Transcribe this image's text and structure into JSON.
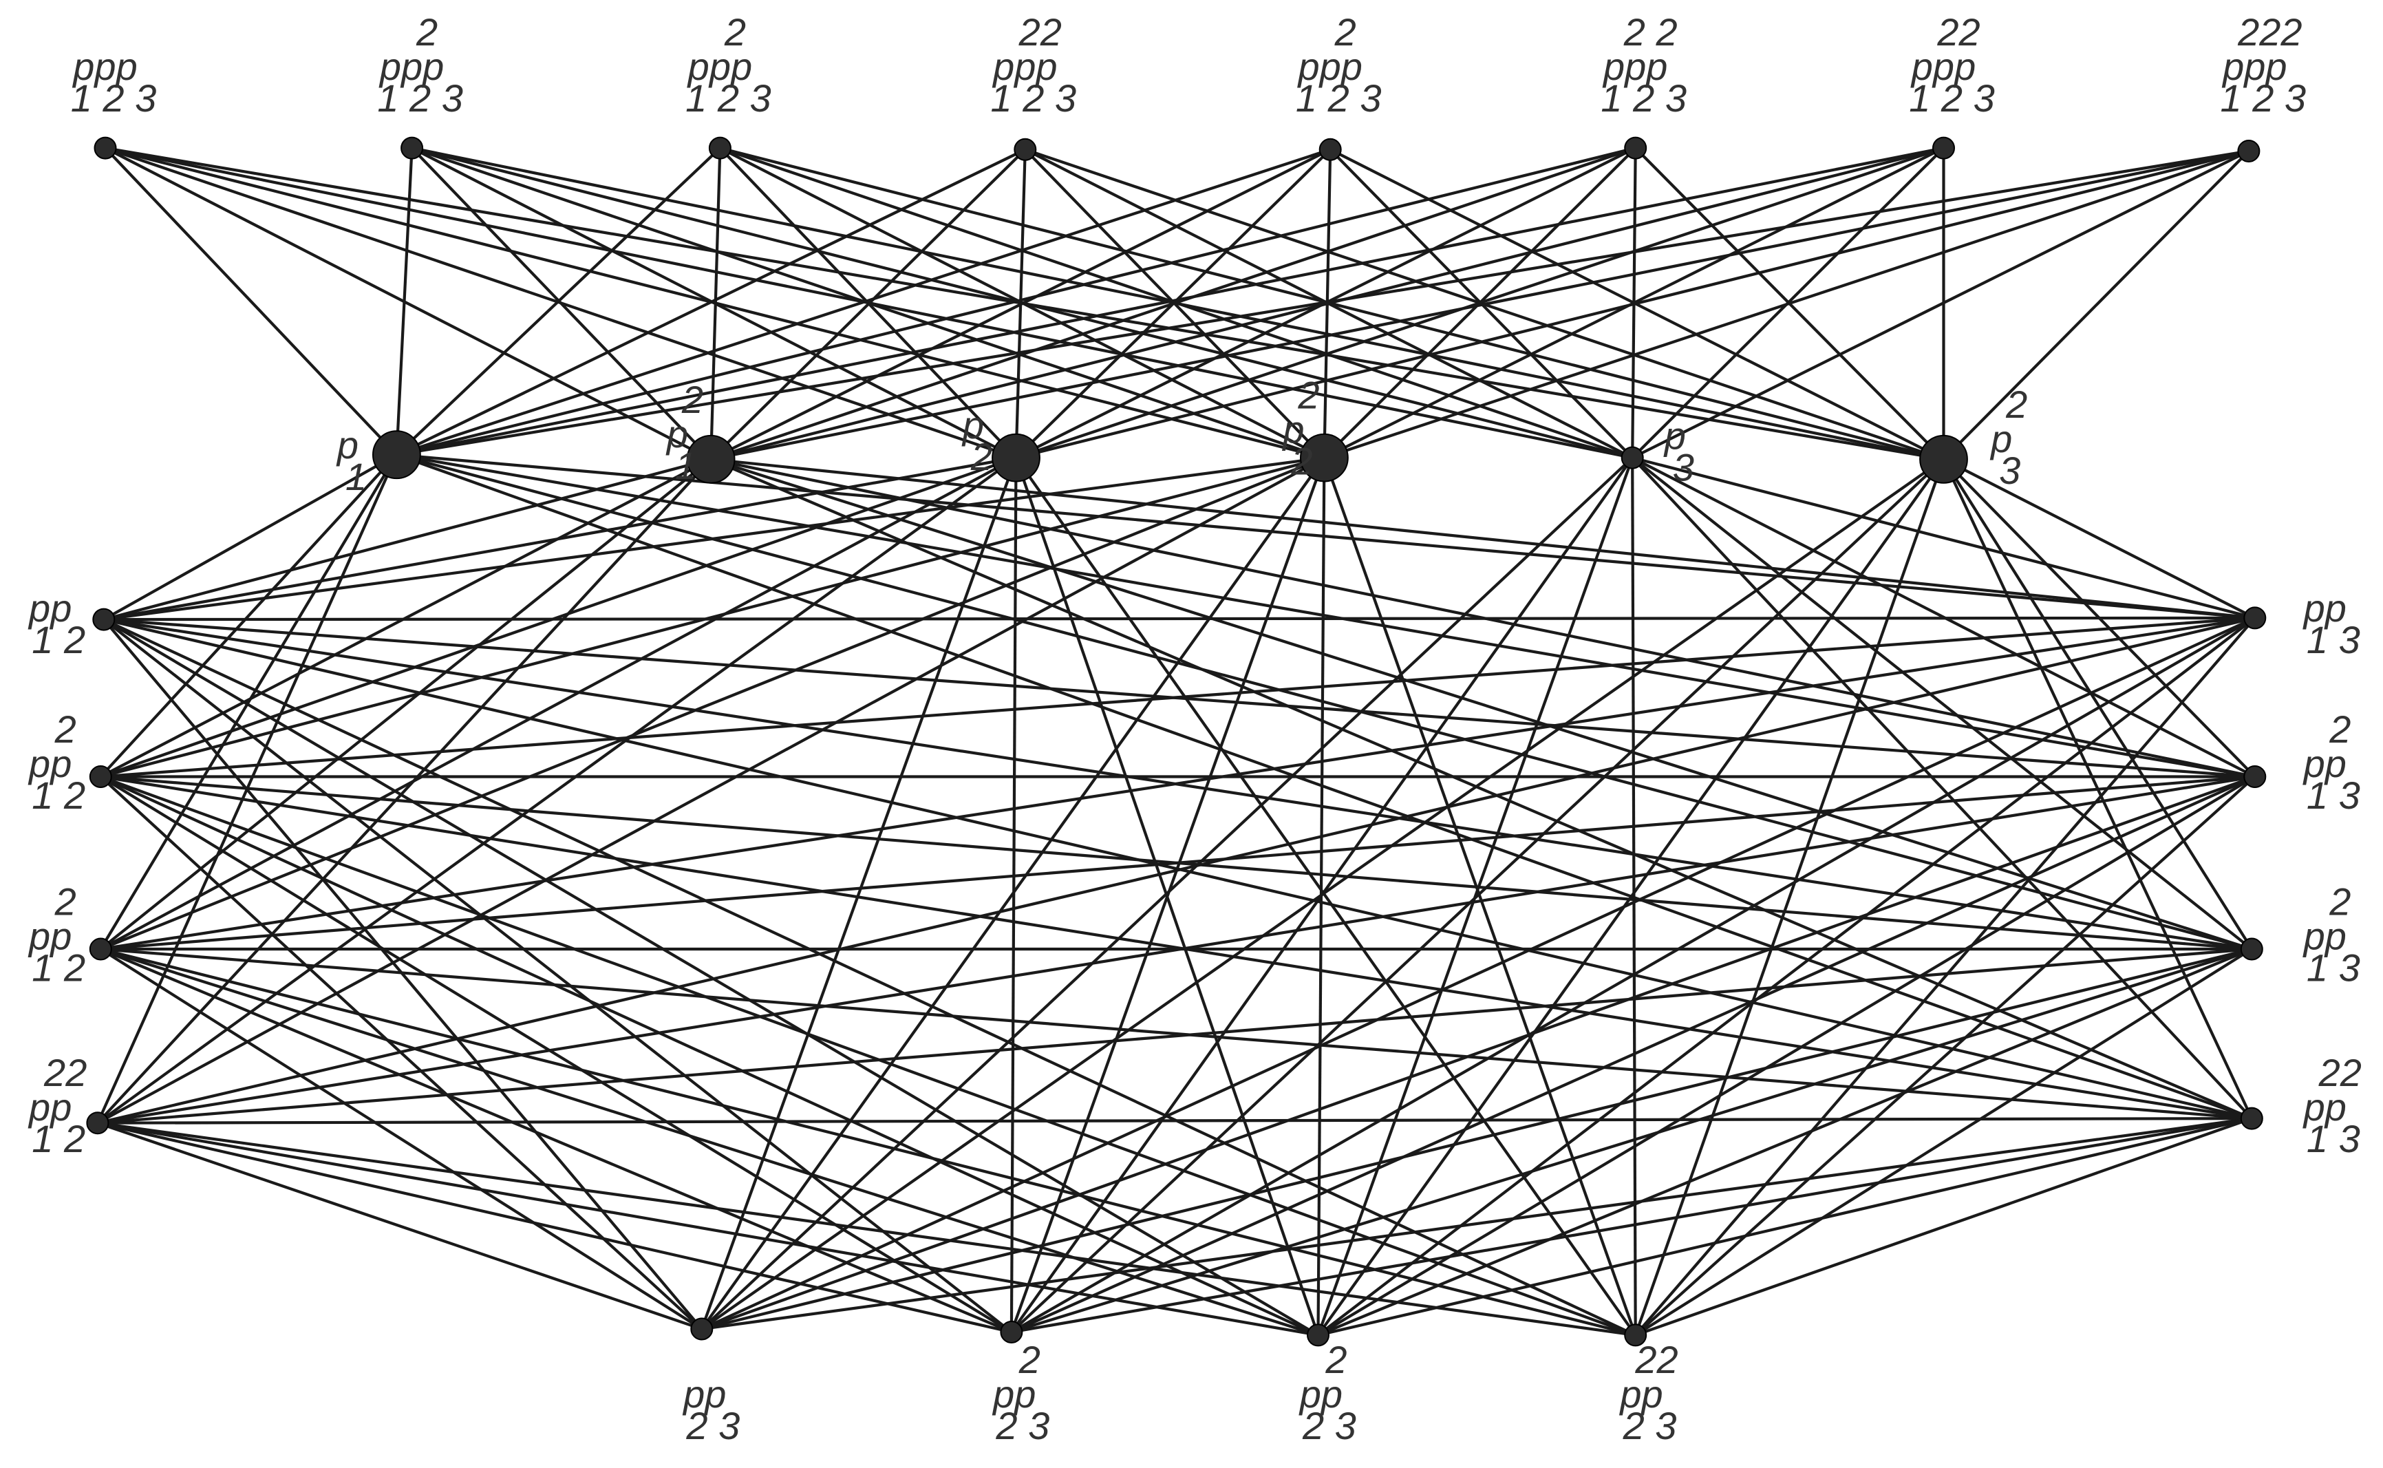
{
  "diagram": {
    "nodes": [
      {
        "id": "t1",
        "label": {
          "main": "ppp",
          "sup": "",
          "sub": "123"
        },
        "size": "small"
      },
      {
        "id": "t2",
        "label": {
          "main": "ppp",
          "sup": "2",
          "sub": "123"
        },
        "size": "small"
      },
      {
        "id": "t3",
        "label": {
          "main": "ppp",
          "sup": "2",
          "sub": "123"
        },
        "size": "small"
      },
      {
        "id": "t4",
        "label": {
          "main": "ppp",
          "sup": "22",
          "sub": "123"
        },
        "size": "small"
      },
      {
        "id": "t5",
        "label": {
          "main": "ppp",
          "sup": "2",
          "sub": "123"
        },
        "size": "small"
      },
      {
        "id": "t6",
        "label": {
          "main": "ppp",
          "sup": "2 2",
          "sub": "123"
        },
        "size": "small"
      },
      {
        "id": "t7",
        "label": {
          "main": "ppp",
          "sup": "22",
          "sub": "123"
        },
        "size": "small"
      },
      {
        "id": "t8",
        "label": {
          "main": "ppp",
          "sup": "222",
          "sub": "123"
        },
        "size": "small"
      },
      {
        "id": "p1",
        "label": {
          "main": "p",
          "sup": "",
          "sub": "1"
        },
        "size": "large"
      },
      {
        "id": "p1s",
        "label": {
          "main": "p",
          "sup": "2",
          "sub": "1"
        },
        "size": "large"
      },
      {
        "id": "p2",
        "label": {
          "main": "p",
          "sup": "",
          "sub": "2"
        },
        "size": "large"
      },
      {
        "id": "p2s",
        "label": {
          "main": "p",
          "sup": "2",
          "sub": "2"
        },
        "size": "large"
      },
      {
        "id": "p3",
        "label": {
          "main": "p",
          "sup": "",
          "sub": "3"
        },
        "size": "small"
      },
      {
        "id": "p3s",
        "label": {
          "main": "p",
          "sup": "2",
          "sub": "3"
        },
        "size": "large"
      },
      {
        "id": "a1",
        "label": {
          "main": "pp",
          "sup": "",
          "sub": "12"
        },
        "size": "small"
      },
      {
        "id": "a2",
        "label": {
          "main": "pp",
          "sup": "2",
          "sub": "12"
        },
        "size": "small"
      },
      {
        "id": "a3",
        "label": {
          "main": "pp",
          "sup": "2",
          "sub": "12"
        },
        "size": "small"
      },
      {
        "id": "a4",
        "label": {
          "main": "pp",
          "sup": "22",
          "sub": "12"
        },
        "size": "small"
      },
      {
        "id": "b1",
        "label": {
          "main": "pp",
          "sup": "",
          "sub": "13"
        },
        "size": "small"
      },
      {
        "id": "b2",
        "label": {
          "main": "pp",
          "sup": "2",
          "sub": "13"
        },
        "size": "small"
      },
      {
        "id": "b3",
        "label": {
          "main": "pp",
          "sup": "2",
          "sub": "13"
        },
        "size": "small"
      },
      {
        "id": "b4",
        "label": {
          "main": "pp",
          "sup": "22",
          "sub": "13"
        },
        "size": "small"
      },
      {
        "id": "c1",
        "label": {
          "main": "pp",
          "sup": "",
          "sub": "23"
        },
        "size": "small"
      },
      {
        "id": "c2",
        "label": {
          "main": "pp",
          "sup": "2",
          "sub": "23"
        },
        "size": "small"
      },
      {
        "id": "c3",
        "label": {
          "main": "pp",
          "sup": "2",
          "sub": "23"
        },
        "size": "small"
      },
      {
        "id": "c4",
        "label": {
          "main": "pp",
          "sup": "22",
          "sub": "23"
        },
        "size": "small"
      }
    ],
    "edges": [
      [
        "t1",
        "p1"
      ],
      [
        "t1",
        "p1s"
      ],
      [
        "t1",
        "p2"
      ],
      [
        "t1",
        "p2s"
      ],
      [
        "t1",
        "p3"
      ],
      [
        "t1",
        "p3s"
      ],
      [
        "t2",
        "p1"
      ],
      [
        "t2",
        "p1s"
      ],
      [
        "t2",
        "p2"
      ],
      [
        "t2",
        "p2s"
      ],
      [
        "t2",
        "p3"
      ],
      [
        "t2",
        "p3s"
      ],
      [
        "t3",
        "p1"
      ],
      [
        "t3",
        "p1s"
      ],
      [
        "t3",
        "p2"
      ],
      [
        "t3",
        "p2s"
      ],
      [
        "t3",
        "p3"
      ],
      [
        "t3",
        "p3s"
      ],
      [
        "t4",
        "p1"
      ],
      [
        "t4",
        "p1s"
      ],
      [
        "t4",
        "p2"
      ],
      [
        "t4",
        "p2s"
      ],
      [
        "t4",
        "p3"
      ],
      [
        "t4",
        "p3s"
      ],
      [
        "t5",
        "p1"
      ],
      [
        "t5",
        "p1s"
      ],
      [
        "t5",
        "p2"
      ],
      [
        "t5",
        "p2s"
      ],
      [
        "t5",
        "p3"
      ],
      [
        "t5",
        "p3s"
      ],
      [
        "t6",
        "p1"
      ],
      [
        "t6",
        "p1s"
      ],
      [
        "t6",
        "p2"
      ],
      [
        "t6",
        "p2s"
      ],
      [
        "t6",
        "p3"
      ],
      [
        "t6",
        "p3s"
      ],
      [
        "t7",
        "p1"
      ],
      [
        "t7",
        "p1s"
      ],
      [
        "t7",
        "p2"
      ],
      [
        "t7",
        "p2s"
      ],
      [
        "t7",
        "p3"
      ],
      [
        "t7",
        "p3s"
      ],
      [
        "t8",
        "p1"
      ],
      [
        "t8",
        "p1s"
      ],
      [
        "t8",
        "p2"
      ],
      [
        "t8",
        "p2s"
      ],
      [
        "t8",
        "p3"
      ],
      [
        "t8",
        "p3s"
      ],
      [
        "p1",
        "a1"
      ],
      [
        "p1",
        "a2"
      ],
      [
        "p1",
        "a3"
      ],
      [
        "p1",
        "a4"
      ],
      [
        "p1",
        "b1"
      ],
      [
        "p1",
        "b2"
      ],
      [
        "p1",
        "b3"
      ],
      [
        "p1",
        "b4"
      ],
      [
        "p1s",
        "a1"
      ],
      [
        "p1s",
        "a2"
      ],
      [
        "p1s",
        "a3"
      ],
      [
        "p1s",
        "a4"
      ],
      [
        "p1s",
        "b1"
      ],
      [
        "p1s",
        "b2"
      ],
      [
        "p1s",
        "b3"
      ],
      [
        "p1s",
        "b4"
      ],
      [
        "p2",
        "a1"
      ],
      [
        "p2",
        "a2"
      ],
      [
        "p2",
        "a3"
      ],
      [
        "p2",
        "a4"
      ],
      [
        "p2",
        "c1"
      ],
      [
        "p2",
        "c2"
      ],
      [
        "p2",
        "c3"
      ],
      [
        "p2",
        "c4"
      ],
      [
        "p2s",
        "a1"
      ],
      [
        "p2s",
        "a2"
      ],
      [
        "p2s",
        "a3"
      ],
      [
        "p2s",
        "a4"
      ],
      [
        "p2s",
        "c1"
      ],
      [
        "p2s",
        "c2"
      ],
      [
        "p2s",
        "c3"
      ],
      [
        "p2s",
        "c4"
      ],
      [
        "p3",
        "b1"
      ],
      [
        "p3",
        "b2"
      ],
      [
        "p3",
        "b3"
      ],
      [
        "p3",
        "b4"
      ],
      [
        "p3",
        "c1"
      ],
      [
        "p3",
        "c2"
      ],
      [
        "p3",
        "c3"
      ],
      [
        "p3",
        "c4"
      ],
      [
        "p3s",
        "b1"
      ],
      [
        "p3s",
        "b2"
      ],
      [
        "p3s",
        "b3"
      ],
      [
        "p3s",
        "b4"
      ],
      [
        "p3s",
        "c1"
      ],
      [
        "p3s",
        "c2"
      ],
      [
        "p3s",
        "c3"
      ],
      [
        "p3s",
        "c4"
      ],
      [
        "a1",
        "b1"
      ],
      [
        "a1",
        "b2"
      ],
      [
        "a1",
        "b3"
      ],
      [
        "a1",
        "b4"
      ],
      [
        "a1",
        "c1"
      ],
      [
        "a1",
        "c2"
      ],
      [
        "a1",
        "c3"
      ],
      [
        "a1",
        "c4"
      ],
      [
        "a2",
        "b1"
      ],
      [
        "a2",
        "b2"
      ],
      [
        "a2",
        "b3"
      ],
      [
        "a2",
        "b4"
      ],
      [
        "a2",
        "c1"
      ],
      [
        "a2",
        "c2"
      ],
      [
        "a2",
        "c3"
      ],
      [
        "a2",
        "c4"
      ],
      [
        "a3",
        "b1"
      ],
      [
        "a3",
        "b2"
      ],
      [
        "a3",
        "b3"
      ],
      [
        "a3",
        "b4"
      ],
      [
        "a3",
        "c1"
      ],
      [
        "a3",
        "c2"
      ],
      [
        "a3",
        "c3"
      ],
      [
        "a3",
        "c4"
      ],
      [
        "a4",
        "b1"
      ],
      [
        "a4",
        "b2"
      ],
      [
        "a4",
        "b3"
      ],
      [
        "a4",
        "b4"
      ],
      [
        "a4",
        "c1"
      ],
      [
        "a4",
        "c2"
      ],
      [
        "a4",
        "c3"
      ],
      [
        "a4",
        "c4"
      ],
      [
        "b1",
        "c1"
      ],
      [
        "b1",
        "c2"
      ],
      [
        "b1",
        "c3"
      ],
      [
        "b1",
        "c4"
      ],
      [
        "b2",
        "c1"
      ],
      [
        "b2",
        "c2"
      ],
      [
        "b2",
        "c3"
      ],
      [
        "b2",
        "c4"
      ],
      [
        "b3",
        "c1"
      ],
      [
        "b3",
        "c2"
      ],
      [
        "b3",
        "c3"
      ],
      [
        "b3",
        "c4"
      ],
      [
        "b4",
        "c1"
      ],
      [
        "b4",
        "c2"
      ],
      [
        "b4",
        "c3"
      ],
      [
        "b4",
        "c4"
      ]
    ]
  }
}
